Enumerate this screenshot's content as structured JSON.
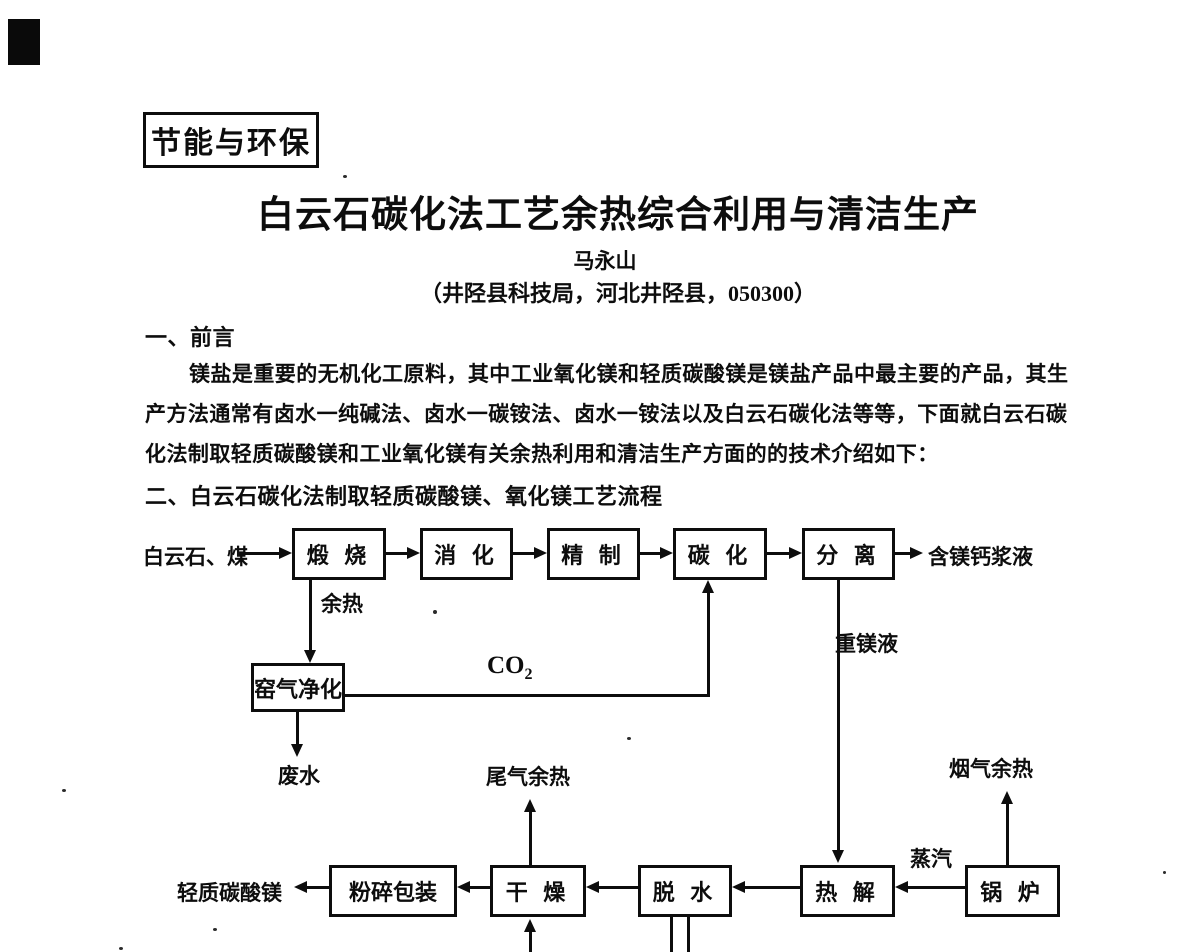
{
  "colors": {
    "ink": "#0d0d0d",
    "paper": "#ffffff"
  },
  "header": {
    "column_tag": "节能与环保"
  },
  "article": {
    "title": "白云石碳化法工艺余热综合利用与清洁生产",
    "author": "马永山",
    "affiliation": "（井陉县科技局，河北井陉县，050300）",
    "section1_heading": "一、前言",
    "paragraph_lines": [
      "镁盐是重要的无机化工原料，其中工业氧化镁和轻质碳酸镁是镁盐产品中最主要的产品，其生",
      "产方法通常有卤水一纯碱法、卤水一碳铵法、卤水一铵法以及白云石碳化法等等，下面就白云石碳",
      "化法制取轻质碳酸镁和工业氧化镁有关余热利用和清洁生产方面的的技术介绍如下："
    ],
    "section2_heading": "二、白云石碳化法制取轻质碳酸镁、氧化镁工艺流程"
  },
  "diagram": {
    "nodes": {
      "calcination": "煅 烧",
      "digestion": "消 化",
      "refining": "精 制",
      "carbonation": "碳 化",
      "separation": "分 离",
      "kiln_gas_purification": "窑气净化",
      "crushing_packaging": "粉碎包装",
      "drying": "干 燥",
      "dewatering": "脱 水",
      "pyrolysis": "热 解",
      "boiler": "锅 炉"
    },
    "labels": {
      "input": "白云石、煤",
      "mg_ca_slurry": "含镁钙浆液",
      "waste_heat": "余热",
      "co2_main": "CO",
      "co2_sub": "2",
      "waste_water": "废水",
      "heavy_mg_liquid": "重镁液",
      "tail_gas_heat": "尾气余热",
      "flue_gas_heat": "烟气余热",
      "steam": "蒸汽",
      "light_mgco3": "轻质碳酸镁"
    }
  }
}
